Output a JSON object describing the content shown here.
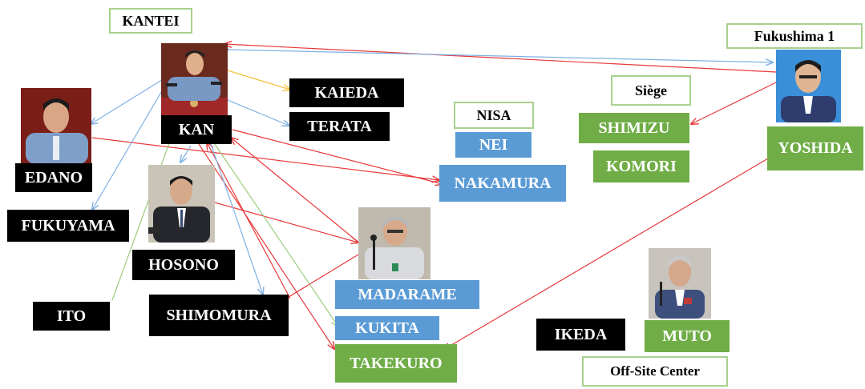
{
  "colors": {
    "black_box": "#000000",
    "green_box": "#70ad47",
    "blue_box": "#5b9bd5",
    "outline_border": "#a9d18e",
    "arrow_red": "#e8383b",
    "arrow_blue": "#7fb1e3",
    "arrow_orange": "#f5c242",
    "arrow_green": "#9ccc7a"
  },
  "groups": {
    "kantei": "KANTEI",
    "fukushima1": "Fukushima 1",
    "siege": "Siège",
    "nisa": "NISA",
    "offsite": "Off-Site Center"
  },
  "people": {
    "kan": "KAN",
    "kaieda": "KAIEDA",
    "terata": "TERATA",
    "edano": "EDANO",
    "fukuyama": "FUKUYAMA",
    "hosono": "HOSONO",
    "ito": "ITO",
    "shimomura": "SHIMOMURA",
    "madarame": "MADARAME",
    "kukita": "KUKITA",
    "takekuro": "TAKEKURO",
    "nei": "NEI",
    "nakamura": "NAKAMURA",
    "shimizu": "SHIMIZU",
    "komori": "KOMORI",
    "yoshida": "YOSHIDA",
    "ikeda": "IKEDA",
    "muto": "MUTO"
  },
  "photos": {
    "kan": "portrait",
    "edano": "portrait",
    "hosono": "portrait",
    "madarame": "portrait",
    "yoshida": "portrait",
    "muto": "portrait"
  }
}
